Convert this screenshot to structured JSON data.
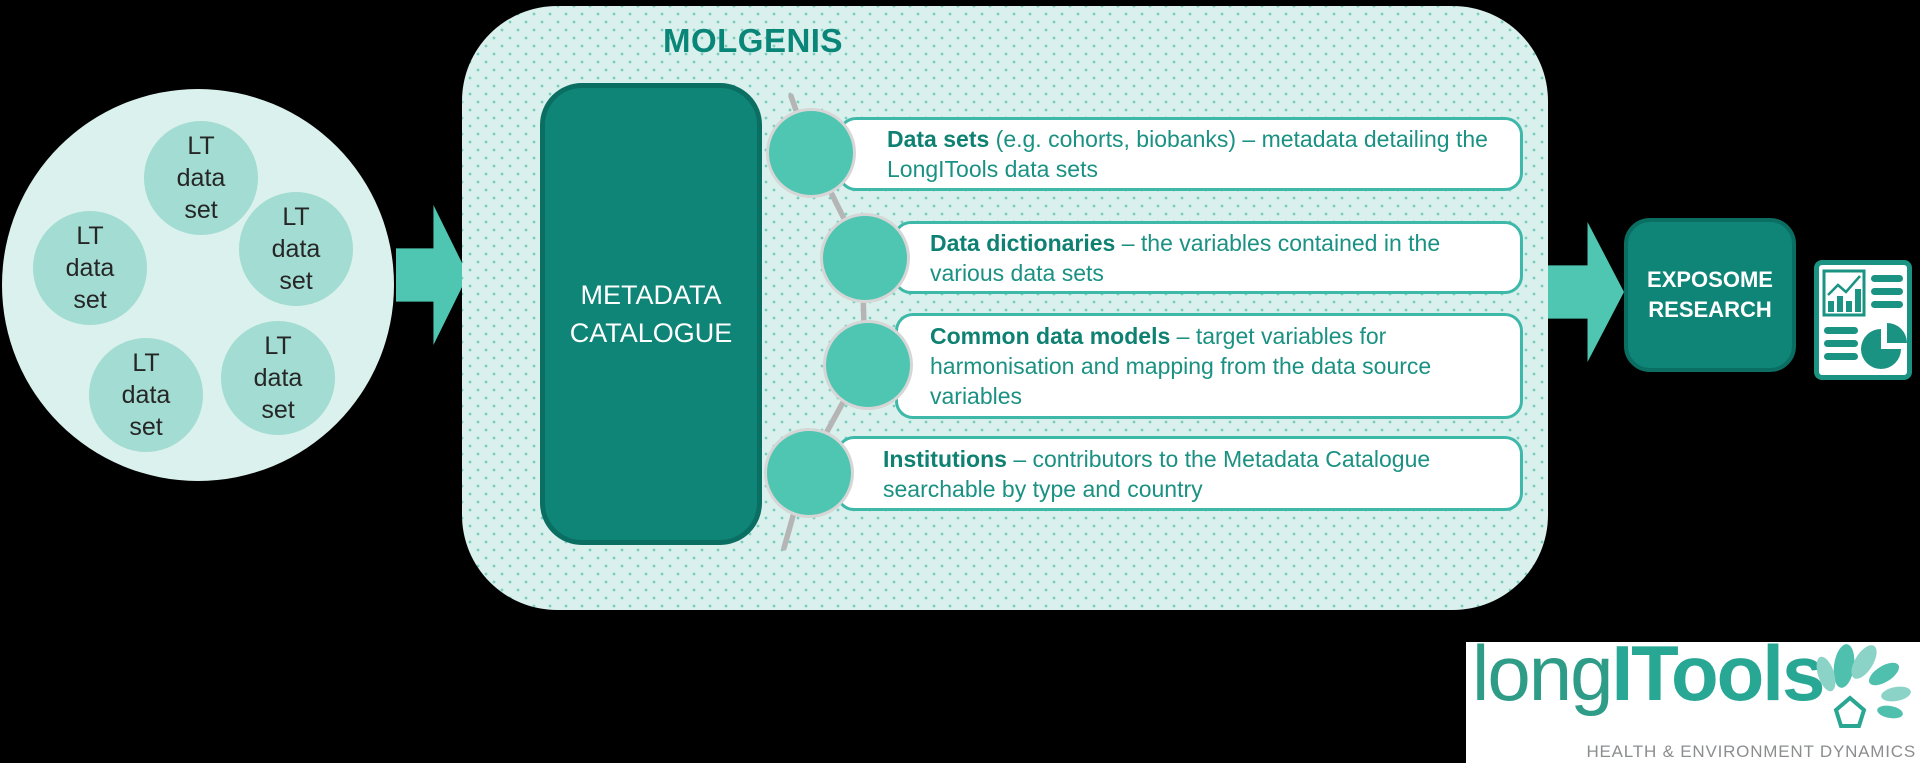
{
  "colors": {
    "background": "#000000",
    "teal_dark": "#0E8577",
    "teal_dark_border": "#0B6E62",
    "teal_mid_arrow": "#4EC6B2",
    "mint_panel": "#D9F0EC",
    "panel_dot": "#7CCEC0",
    "mint_big_circle": "#DAF1ED",
    "mint_small_circle": "#A2DCD2",
    "item_box_border": "#3EB9A9",
    "item_text": "#1A9182",
    "item_text_bold": "#0F8172",
    "connector_gray": "#B5B5B5",
    "logo_light_green": "#2F9C88",
    "logo_bold_teal": "#28A795",
    "tagline_gray": "#8B8D8F"
  },
  "source_cluster": {
    "circles": [
      {
        "label": "LT data set"
      },
      {
        "label": "LT data set"
      },
      {
        "label": "LT data set"
      },
      {
        "label": "LT data set"
      },
      {
        "label": "LT data set"
      }
    ]
  },
  "molgenis": {
    "title": "MOLGENIS",
    "catalogue_label": "METADATA CATALOGUE",
    "items": [
      {
        "lead": "Data sets",
        "rest": " (e.g. cohorts, biobanks) – metadata detailing the LongITools data sets"
      },
      {
        "lead": "Data dictionaries",
        "rest": " – the variables contained in the various data sets"
      },
      {
        "lead": "Common data models",
        "rest": " – target variables for harmonisation and mapping from the data source variables"
      },
      {
        "lead": "Institutions",
        "rest": " – contributors to the Metadata Catalogue searchable by type and country"
      }
    ]
  },
  "output": {
    "label": "EXPOSOME RESEARCH"
  },
  "logo": {
    "word_light": "long",
    "word_bold": "ITools",
    "tagline": "HEALTH & ENVIRONMENT DYNAMICS"
  }
}
